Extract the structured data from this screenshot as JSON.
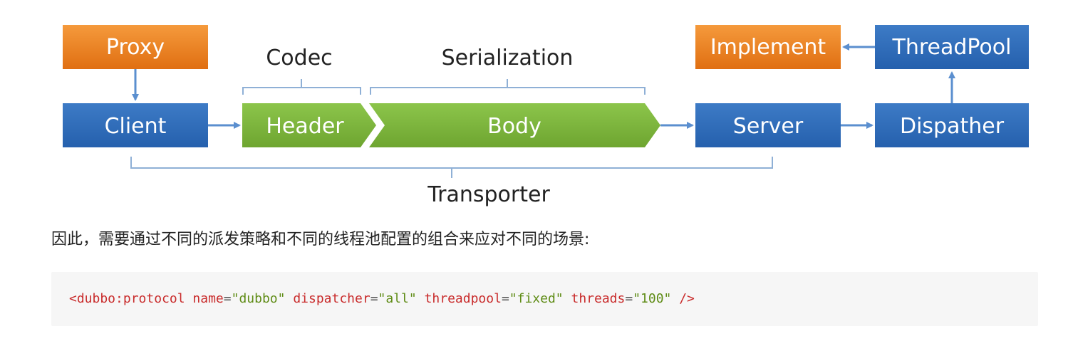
{
  "diagram": {
    "proxy": "Proxy",
    "client": "Client",
    "codec": "Codec",
    "header": "Header",
    "serialization": "Serialization",
    "body": "Body",
    "server": "Server",
    "implement": "Implement",
    "threadpool": "ThreadPool",
    "dispatcher": "Dispather",
    "transporter": "Transporter"
  },
  "intro_text": "因此，需要通过不同的派发策略和不同的线程池配置的组合来应对不同的场景:",
  "code": {
    "tag_open": "<dubbo:protocol",
    "attr_name": "name",
    "val_name": "\"dubbo\"",
    "attr_dispatcher": "dispatcher",
    "val_dispatcher": "\"all\"",
    "attr_threadpool": "threadpool",
    "val_threadpool": "\"fixed\"",
    "attr_threads": "threads",
    "val_threads": "\"100\"",
    "tag_close": "/>",
    "equals": "="
  },
  "colors": {
    "orange_box": "#ec7a1c",
    "blue_box": "#2f6cb8",
    "green_box": "#7ab43a",
    "arrow": "#5b8fcf",
    "code_bg": "#f6f6f6",
    "code_red": "#c92c2c",
    "code_green": "#5f8c16"
  }
}
